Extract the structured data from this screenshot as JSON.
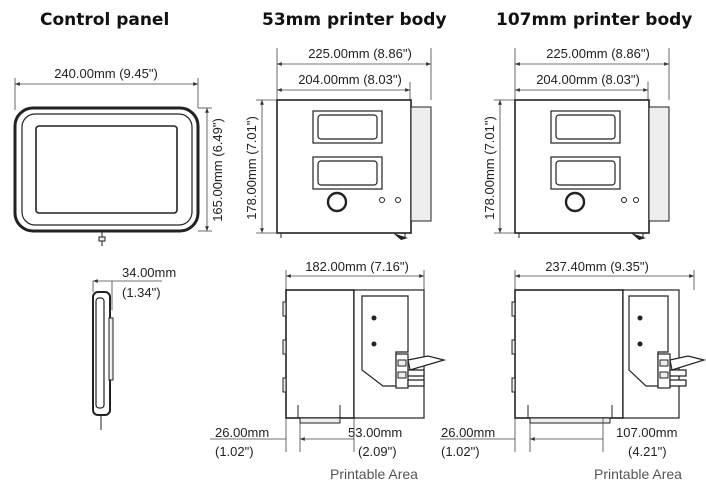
{
  "headers": {
    "control_panel": "Control panel",
    "body53": "53mm printer body",
    "body107": "107mm printer body"
  },
  "control_panel": {
    "width": "240.00mm (9.45\")",
    "height": "165.00mm (6.49\")",
    "depth_mm": "34.00mm",
    "depth_in": "(1.34\")"
  },
  "body53": {
    "width_outer": "225.00mm (8.86\")",
    "width_inner": "204.00mm (8.03\")",
    "height": "178.00mm (7.01\")",
    "side_depth": "182.00mm (7.16\")",
    "offset_mm": "26.00mm",
    "offset_in": "(1.02\")",
    "print_mm": "53.00mm",
    "print_in": "(2.09\")",
    "print_caption": "Printable Area"
  },
  "body107": {
    "width_outer": "225.00mm (8.86\")",
    "width_inner": "204.00mm (8.03\")",
    "height": "178.00mm (7.01\")",
    "side_depth": "237.40mm (9.35\")",
    "offset_mm": "26.00mm",
    "offset_in": "(1.02\")",
    "print_mm": "107.00mm",
    "print_in": "(4.21\")",
    "print_caption": "Printable Area"
  }
}
